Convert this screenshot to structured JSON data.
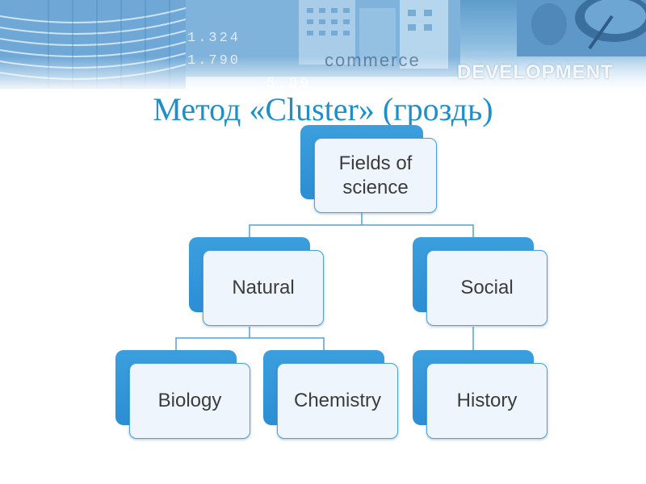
{
  "banner": {
    "numbers": [
      "1.324",
      "1.790",
      "5.89"
    ],
    "word_commerce": "commerce",
    "word_development": "DEVELOPMENT"
  },
  "title": "Метод «Cluster» (гроздь)",
  "diagram": {
    "root": "Fields of science",
    "branches": [
      {
        "label": "Natural",
        "children": [
          "Biology",
          "Chemistry"
        ]
      },
      {
        "label": "Social",
        "children": [
          "History"
        ]
      }
    ]
  },
  "colors": {
    "accent": "#1e8fc9",
    "node_back": "#2c8ed3",
    "node_front": "#eef5fc",
    "node_border": "#4aa3de",
    "connector": "#4aa3de",
    "text": "#3c3c3c"
  }
}
